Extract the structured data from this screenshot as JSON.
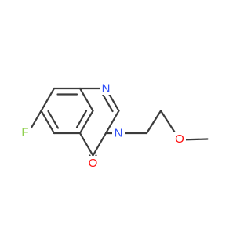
{
  "molecule": {
    "atoms": {
      "fluorine": {
        "symbol": "F",
        "color": "#90d050"
      },
      "nitrogen_1": {
        "symbol": "N",
        "color": "#3050f8"
      },
      "nitrogen_3": {
        "symbol": "N",
        "color": "#3050f8"
      },
      "carbonyl_oxygen": {
        "symbol": "O",
        "color": "#ff0d0d"
      },
      "ether_oxygen": {
        "symbol": "O",
        "color": "#ff0d0d"
      }
    },
    "bond_color": "#3c3c3c",
    "background": "#ffffff"
  }
}
